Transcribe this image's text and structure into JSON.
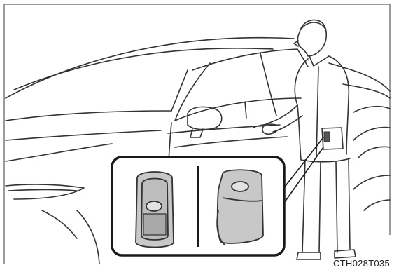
{
  "figure": {
    "code": "CTH028T035"
  },
  "colors": {
    "line": "#333333",
    "frame": "#7a7a7a",
    "key_fill": "#c8c8c8",
    "inset_border": "#1a1a1a"
  },
  "icons": [
    "car-illustration",
    "person-illustration",
    "smart-key-illustration"
  ]
}
